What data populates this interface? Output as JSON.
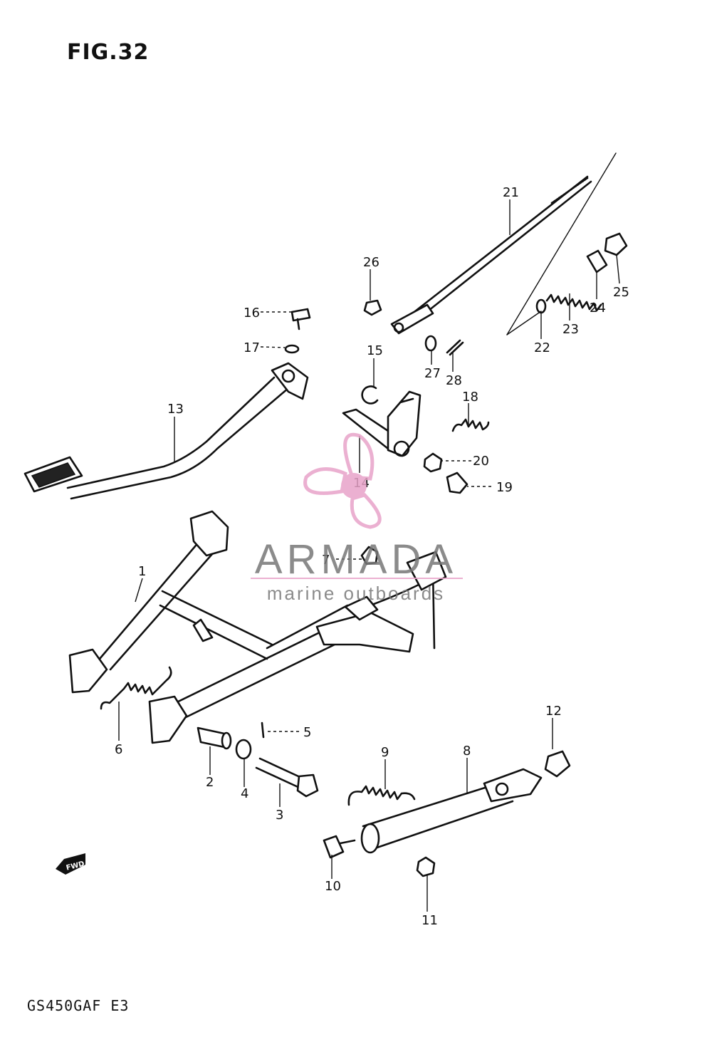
{
  "figure": {
    "title": "FIG.32",
    "model_code": "GS450GAF E3"
  },
  "forward_badge": "FWD",
  "watermark": {
    "brand": "ARMADA",
    "tagline": "marine outboards",
    "accent": "#e8a3c9"
  },
  "callouts": [
    {
      "id": "1",
      "label": "1"
    },
    {
      "id": "2",
      "label": "2"
    },
    {
      "id": "3",
      "label": "3"
    },
    {
      "id": "4",
      "label": "4"
    },
    {
      "id": "5",
      "label": "5"
    },
    {
      "id": "6",
      "label": "6"
    },
    {
      "id": "7",
      "label": "7"
    },
    {
      "id": "8",
      "label": "8"
    },
    {
      "id": "9",
      "label": "9"
    },
    {
      "id": "10",
      "label": "10"
    },
    {
      "id": "11",
      "label": "11"
    },
    {
      "id": "12",
      "label": "12"
    },
    {
      "id": "13",
      "label": "13"
    },
    {
      "id": "14",
      "label": "14"
    },
    {
      "id": "15",
      "label": "15"
    },
    {
      "id": "16",
      "label": "16"
    },
    {
      "id": "17",
      "label": "17"
    },
    {
      "id": "18",
      "label": "18"
    },
    {
      "id": "19",
      "label": "19"
    },
    {
      "id": "20",
      "label": "20"
    },
    {
      "id": "21",
      "label": "21"
    },
    {
      "id": "22",
      "label": "22"
    },
    {
      "id": "23",
      "label": "23"
    },
    {
      "id": "24",
      "label": "24"
    },
    {
      "id": "25",
      "label": "25"
    },
    {
      "id": "26",
      "label": "26"
    },
    {
      "id": "27",
      "label": "27"
    },
    {
      "id": "28",
      "label": "28"
    }
  ]
}
